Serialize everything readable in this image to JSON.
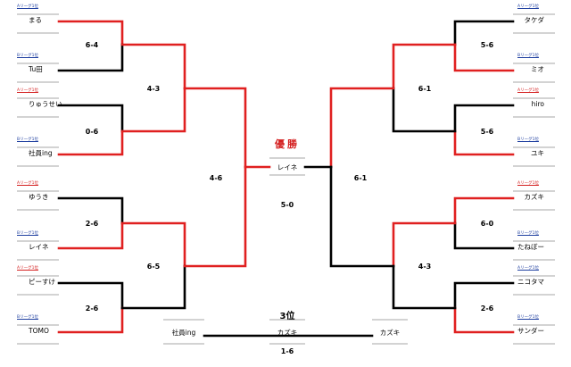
{
  "league_a": "Aリーグ1位",
  "league_b": "Bリーグ1位",
  "left_players": [
    {
      "name": "まる",
      "league": "Aリーグ1位",
      "league_color": "#1f3fa0"
    },
    {
      "name": "Tu田",
      "league": "Bリーグ1位",
      "league_color": "#1f3fa0"
    },
    {
      "name": "りゅうせい",
      "league": "Aリーグ1位",
      "league_color": "#d42020"
    },
    {
      "name": "社員ing",
      "league": "Bリーグ1位",
      "league_color": "#1f3fa0"
    },
    {
      "name": "ゆうき",
      "league": "Aリーグ1位",
      "league_color": "#d42020"
    },
    {
      "name": "レイネ",
      "league": "Bリーグ1位",
      "league_color": "#1f3fa0"
    },
    {
      "name": "ピーすけ",
      "league": "Aリーグ1位",
      "league_color": "#d42020"
    },
    {
      "name": "TOMO",
      "league": "Bリーグ1位",
      "league_color": "#1f3fa0"
    }
  ],
  "right_players": [
    {
      "name": "タケダ",
      "league": "Aリーグ1位",
      "league_color": "#1f3fa0"
    },
    {
      "name": "ミオ",
      "league": "Bリーグ1位",
      "league_color": "#1f3fa0"
    },
    {
      "name": "hiro",
      "league": "Aリーグ1位",
      "league_color": "#d42020"
    },
    {
      "name": "ユキ",
      "league": "Bリーグ1位",
      "league_color": "#1f3fa0"
    },
    {
      "name": "カズキ",
      "league": "Aリーグ1位",
      "league_color": "#d42020"
    },
    {
      "name": "たねぼー",
      "league": "Bリーグ1位",
      "league_color": "#1f3fa0"
    },
    {
      "name": "ニコタマ",
      "league": "Aリーグ1位",
      "league_color": "#1f3fa0"
    },
    {
      "name": "サンダー",
      "league": "Bリーグ1位",
      "league_color": "#1f3fa0"
    }
  ],
  "scores": {
    "l_r1": [
      "6-4",
      "0-6",
      "2-6",
      "2-6"
    ],
    "l_r2": [
      "4-3",
      "6-5"
    ],
    "l_semi": "4-6",
    "r_r1": [
      "5-6",
      "5-6",
      "6-0",
      "2-6"
    ],
    "r_r2": [
      "6-1",
      "4-3"
    ],
    "r_semi": "6-1"
  },
  "final": {
    "title": "優勝",
    "champion": "レイネ",
    "score": "5-0"
  },
  "third_place": {
    "heading": "3位",
    "left_player": "社員ing",
    "center_player": "カズキ",
    "right_player": "カズキ",
    "score": "1-6"
  },
  "colors": {
    "win": "#e02020",
    "line": "#000000",
    "rule": "#8a8a8a"
  }
}
